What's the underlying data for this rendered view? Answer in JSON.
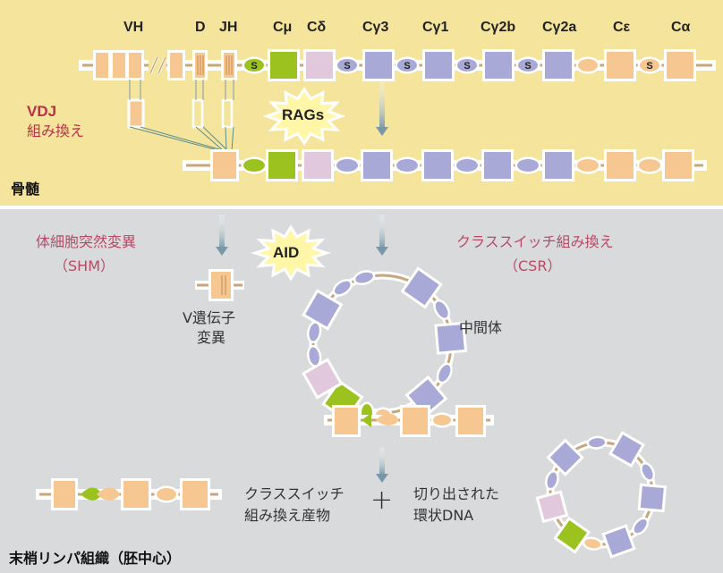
{
  "panels": {
    "bone_marrow": {
      "label": "骨髄",
      "bg": "#f5e59c"
    },
    "periphery": {
      "label": "末梢リンパ組織（胚中心）",
      "bg": "#d9dadc"
    }
  },
  "gene_labels": [
    "VH",
    "D",
    "JH",
    "Cμ",
    "Cδ",
    "Cγ3",
    "Cγ1",
    "Cγ2b",
    "Cγ2a",
    "Cε",
    "Cα"
  ],
  "switch_label": "S",
  "vdj": {
    "line1": "VDJ",
    "line2": "組み換え"
  },
  "rags": "RAGs",
  "aid": "AID",
  "shm": {
    "line1": "体細胞突然変異",
    "line2": "（SHM）"
  },
  "csr": {
    "line1": "クラススイッチ組み換え",
    "line2": "（CSR）"
  },
  "v_mutation": {
    "line1": "V遺伝子",
    "line2": "変異"
  },
  "intermediate": "中間体",
  "product": {
    "line1": "クラススイッチ",
    "line2": "組み換え産物"
  },
  "plus": "+",
  "excised": {
    "line1": "切り出された",
    "line2": "環状DNA"
  },
  "colors": {
    "v_region": "#f6c790",
    "mu": "#9cc21f",
    "delta": "#e2c8dd",
    "gamma": "#a8a9d6",
    "epsilon_alpha": "#f6c790",
    "switch_purple": "#a8a9d6",
    "switch_orange": "#f6c790",
    "backbone": "#c8a67a",
    "arrow": "#7a97a8"
  }
}
